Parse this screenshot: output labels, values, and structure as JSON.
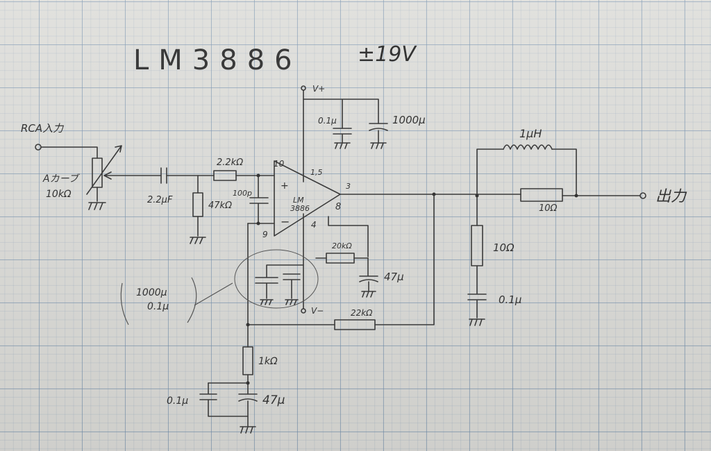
{
  "title": "LM3886",
  "supply": "±19V",
  "labels": {
    "rca_input": "RCA入力",
    "volume_curve": "Aカーブ",
    "volume_value": "10kΩ",
    "input_cap": "2.2μF",
    "input_res": "47kΩ",
    "series_res": "2.2kΩ",
    "pin10_cap": "100p",
    "vplus": "V+",
    "vplus_cap_small": "0.1μ",
    "vplus_cap_big": "1000μ",
    "ic_name_1": "LM",
    "ic_name_2": "3886",
    "pin_1_5": "1,5",
    "pin_10": "10",
    "pin_9": "9",
    "pin_4": "4",
    "pin_8": "8",
    "pin_3": "3",
    "plus_sign": "+",
    "minus_sign": "−",
    "mute_res": "20kΩ",
    "mute_cap": "47μ",
    "vminus": "V−",
    "vminus_note_1": "1000μ",
    "vminus_note_2": "0.1μ",
    "feedback_res": "22kΩ",
    "ground_res": "1kΩ",
    "ground_cap_small": "0.1μ",
    "ground_cap_big": "47μ",
    "inductor": "1μH",
    "out_res": "10Ω",
    "zobel_res": "10Ω",
    "zobel_cap": "0.1μ",
    "output": "出力"
  }
}
